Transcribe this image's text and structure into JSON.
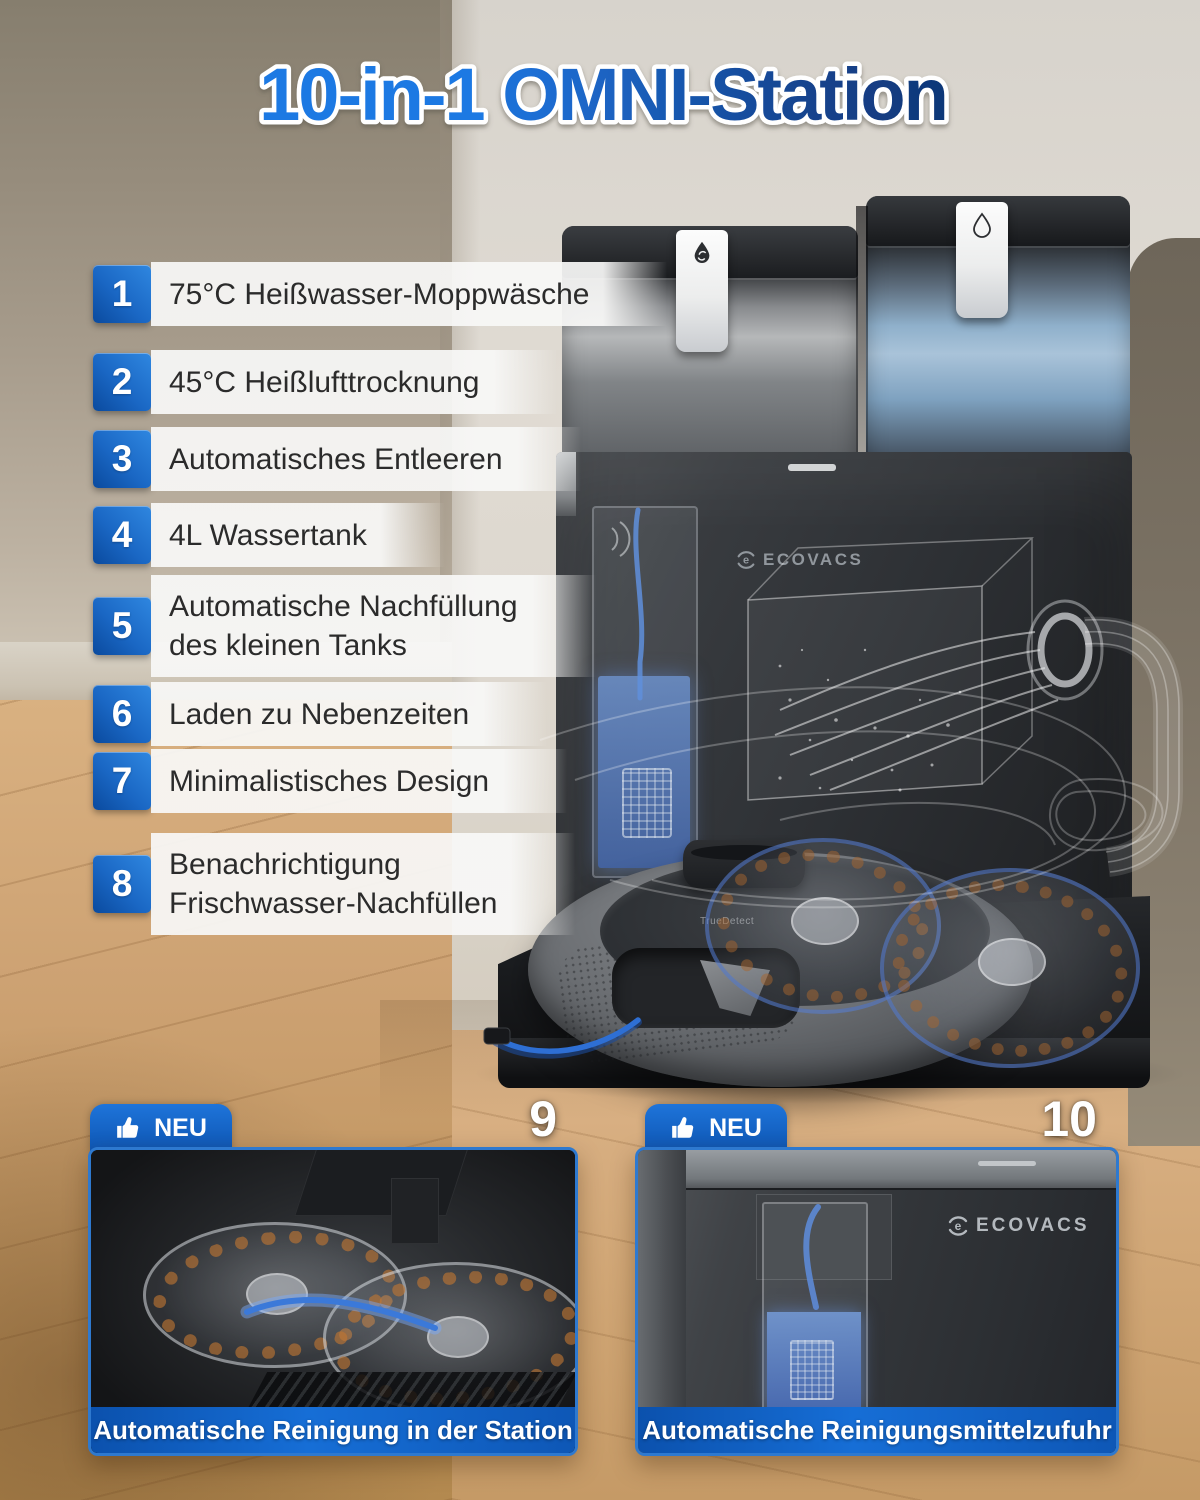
{
  "title": {
    "part1": "10-in-1 ",
    "part2": "OMNI-Station"
  },
  "features": [
    {
      "num": "1",
      "text": "75°C Heißwasser-Moppwäsche"
    },
    {
      "num": "2",
      "text": "45°C Heißlufttrocknung"
    },
    {
      "num": "3",
      "text": "Automatisches Entleeren"
    },
    {
      "num": "4",
      "text": "4L Wassertank"
    },
    {
      "num": "5",
      "text": "Automatische Nachfüllung\ndes kleinen Tanks"
    },
    {
      "num": "6",
      "text": "Laden zu Nebenzeiten"
    },
    {
      "num": "7",
      "text": "Minimalistisches Design"
    },
    {
      "num": "8",
      "text": "Benachrichtigung\nFrischwasser-Nachfüllen"
    }
  ],
  "product": {
    "brand": "ECOVACS",
    "robot_label": "TrueDetect"
  },
  "panels": [
    {
      "number": "9",
      "badge": "NEU",
      "caption": "Automatische Reinigung in der Station"
    },
    {
      "number": "10",
      "badge": "NEU",
      "caption": "Automatische Reinigungsmittelzufuhr",
      "brand": "ECOVACS"
    }
  ],
  "icons": {
    "badge": "thumbs-up-icon",
    "left_tank": "solution-droplet-icon",
    "right_tank": "water-droplet-icon",
    "brand_mark": "ecovacs-arc-icon"
  },
  "colors": {
    "accent_blue": "#166ed6",
    "badge_blue_light": "#2f87e0",
    "badge_blue_dark": "#0a4a9e",
    "title_blue": "#1f79e3",
    "title_navy": "#0d2f6b",
    "caption_bar": "#0e57b6",
    "wood_floor": "#d2a878",
    "wall_light": "#e0dbd3",
    "wall_dark": "#968c7c"
  }
}
